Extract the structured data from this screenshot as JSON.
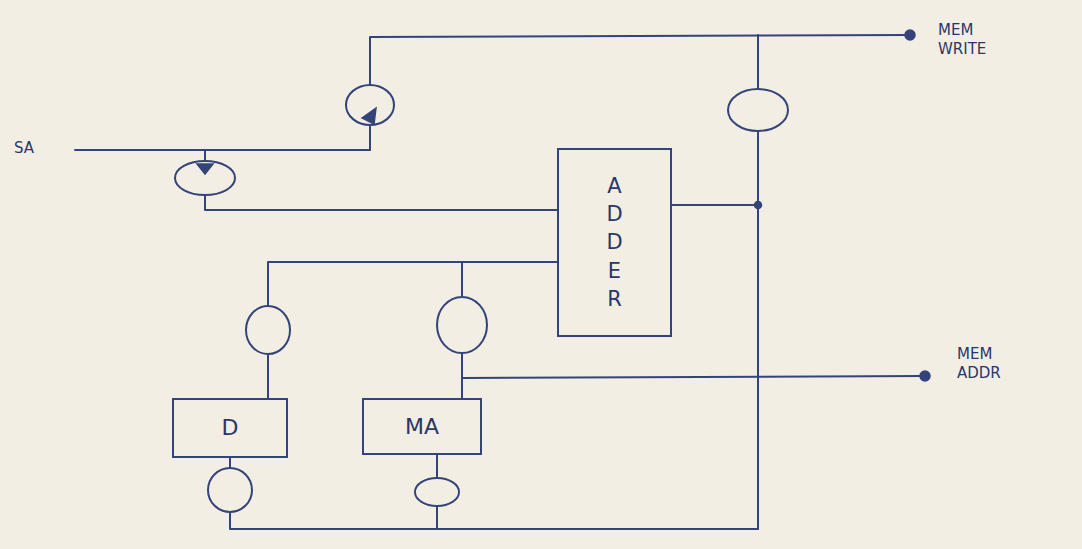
{
  "diagram": {
    "nodes": [
      {
        "text": [
          "ADDER"
        ]
      },
      {
        "text": [
          "D"
        ]
      },
      {
        "text": [
          "MA"
        ]
      }
    ],
    "edges": [
      {
        "from": 1,
        "to": 0,
        "arrow": "none"
      },
      {
        "from": 2,
        "to": 0,
        "arrow": "none"
      },
      {
        "from": 0,
        "to": 1,
        "arrow": "none"
      },
      {
        "from": 0,
        "to": 2,
        "arrow": "none"
      }
    ],
    "labels": [
      "SA",
      "MEM WRITE",
      "MEM ADDR"
    ]
  }
}
